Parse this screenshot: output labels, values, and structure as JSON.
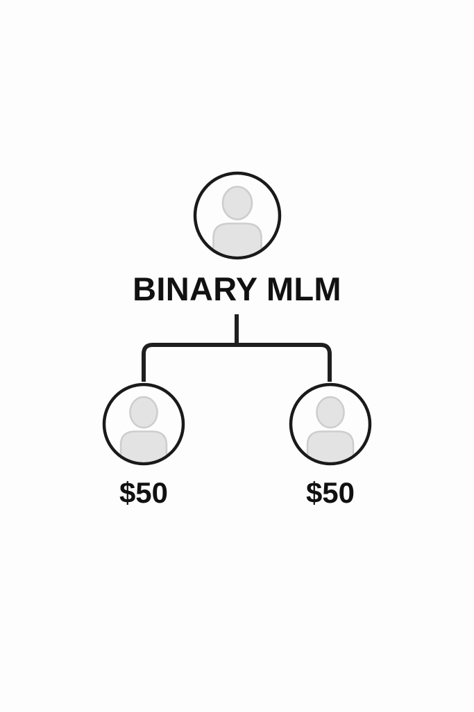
{
  "diagram": {
    "type": "binary-tree",
    "background_color": "#fdfdfd",
    "outline_color": "#1a1a1a",
    "avatar_fill_color": "#e3e3e3",
    "avatar_stroke_color": "#cdcdcd",
    "text_color": "#111111",
    "connector_color": "#1f1f1f",
    "root": {
      "title": "BINARY MLM",
      "avatar_icon": "user-avatar-icon"
    },
    "children": [
      {
        "position": "left",
        "amount": "$50",
        "avatar_icon": "user-avatar-icon"
      },
      {
        "position": "right",
        "amount": "$50",
        "avatar_icon": "user-avatar-icon"
      }
    ]
  }
}
